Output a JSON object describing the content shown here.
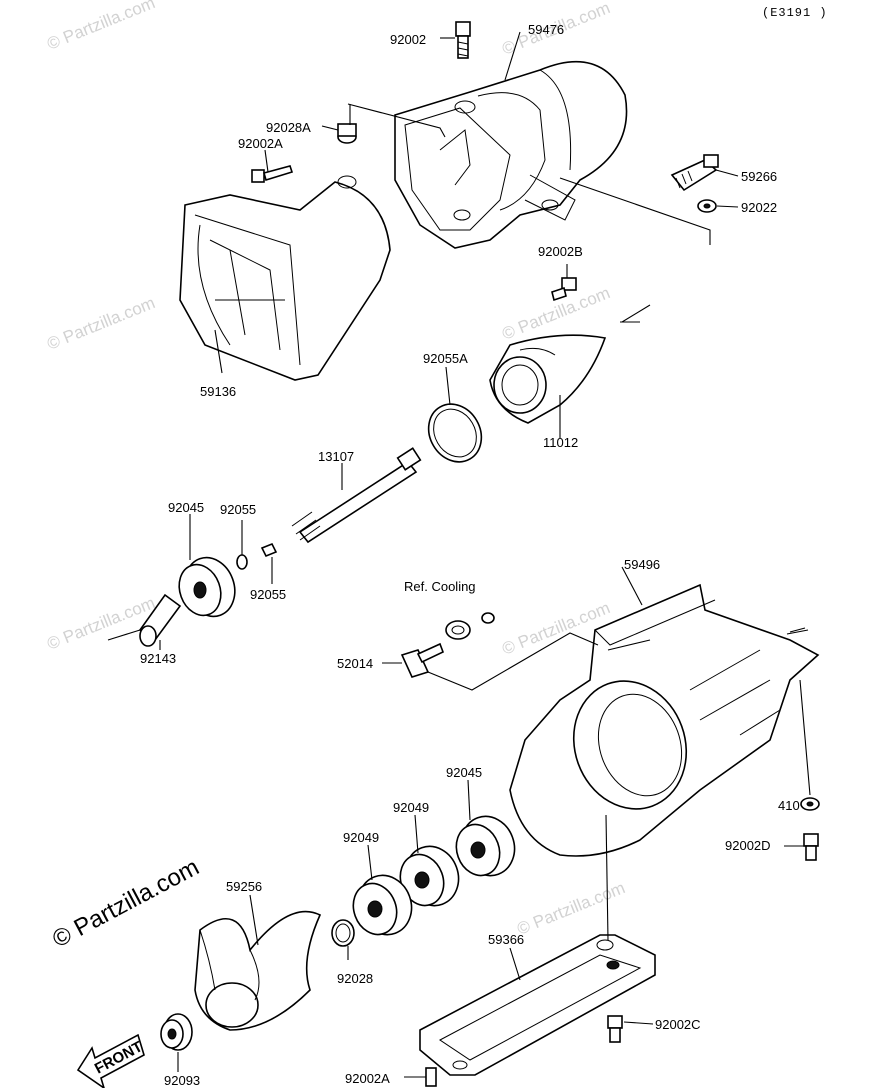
{
  "diagram_code": "(E3191 )",
  "watermark": "© Partzilla.com",
  "front_label": "FRONT",
  "ref_label": "Ref. Cooling",
  "parts": {
    "p92002_top": "92002",
    "p59476": "59476",
    "p92028A": "92028A",
    "p92002A_top": "92002A",
    "p59266": "59266",
    "p92022": "92022",
    "p92002B": "92002B",
    "p59136": "59136",
    "p92055A": "92055A",
    "p11012": "11012",
    "p13107": "13107",
    "p92045_left": "92045",
    "p92055_a": "92055",
    "p92055_b": "92055",
    "p92143": "92143",
    "p59496": "59496",
    "p52014": "52014",
    "p92045_right": "92045",
    "p410": "410",
    "p92049_a": "92049",
    "p92049_b": "92049",
    "p92002D": "92002D",
    "p59256": "59256",
    "p92028": "92028",
    "p59366": "59366",
    "p92002C": "92002C",
    "p92093": "92093",
    "p92002A_bottom": "92002A"
  }
}
